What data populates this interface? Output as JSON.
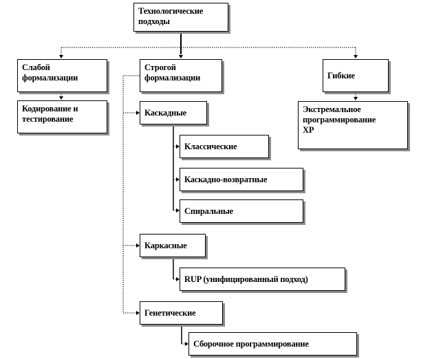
{
  "nodes": {
    "root": "Технологические\nподходы",
    "weak": "Слабой\nформализации",
    "strict": "Строгой\nформализации",
    "flexible": "Гибкие",
    "coding": "Кодирование и\nтестирование",
    "xp": "Экстремальное\nпрограммирование\nXP",
    "cascade": "Каскадные",
    "classic": "Классические",
    "cascade_return": "Каскадно-возвратные",
    "spiral": "Спиральные",
    "frame": "Каркасные",
    "rup": "RUP (унифицированный подход)",
    "genetic": "Генетические",
    "assembly": "Сборочное программирование"
  }
}
